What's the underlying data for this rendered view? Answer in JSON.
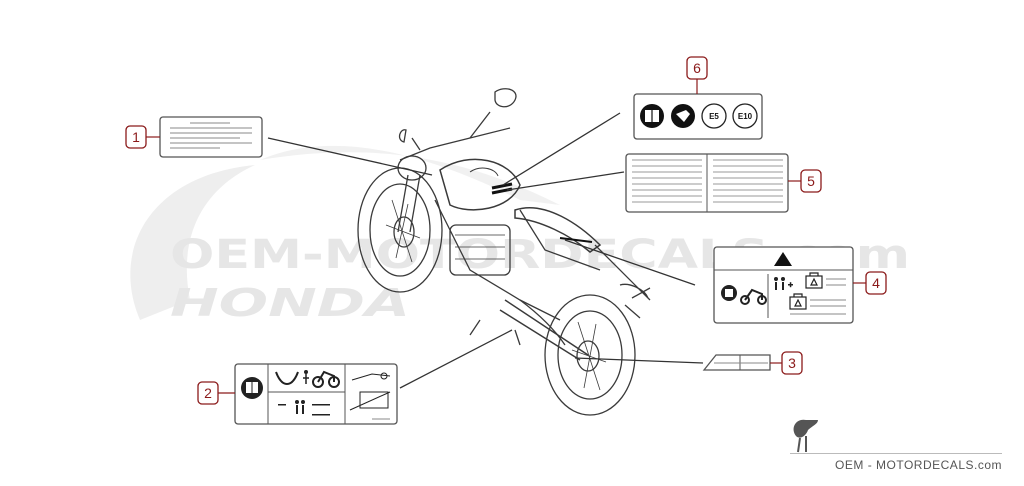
{
  "watermark": {
    "brand": "OEM-MOTORDECALS.com",
    "make": "HONDA"
  },
  "footer": {
    "site_text": "OEM - MOTORDECALS.com"
  },
  "callouts": [
    "1",
    "2",
    "3",
    "4",
    "5",
    "6"
  ],
  "label_6": {
    "badges": [
      "E5",
      "E10"
    ]
  },
  "colors": {
    "callout": "#8b1a1a",
    "line": "#333333",
    "watermark": "#e6e6e6"
  }
}
